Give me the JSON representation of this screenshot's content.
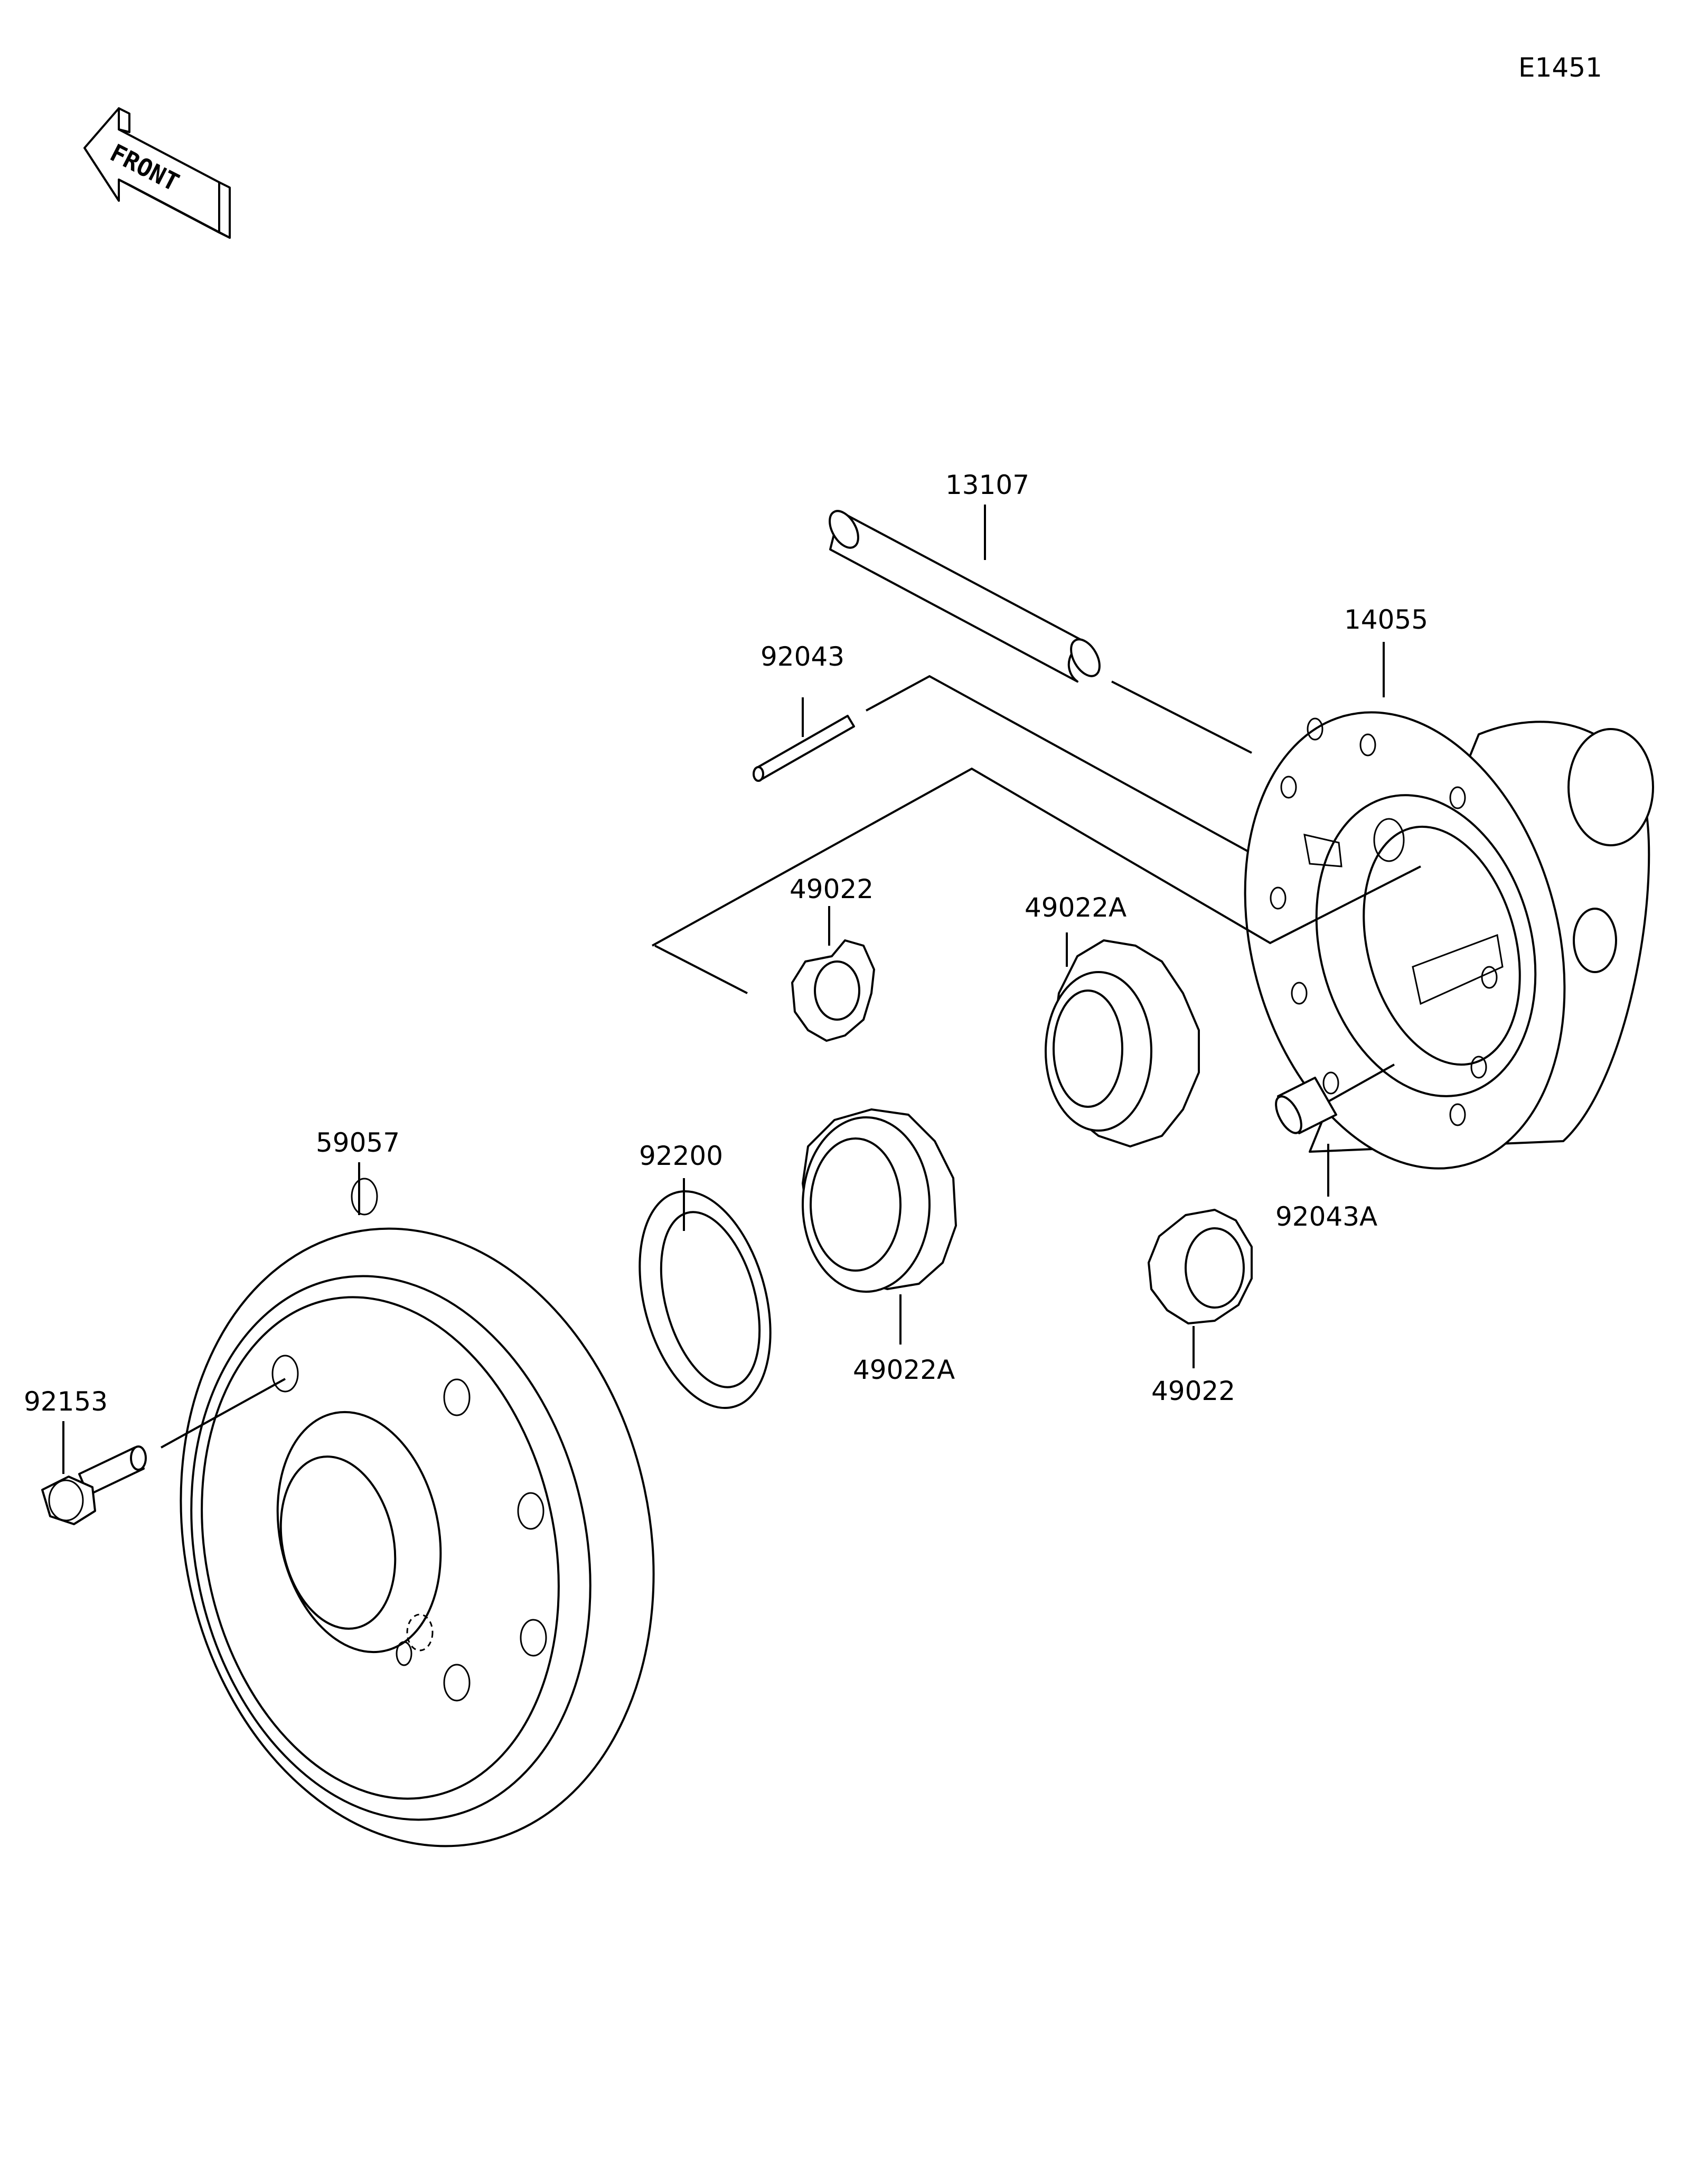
{
  "diagram_id": "E1451",
  "front_label": "FRONT",
  "parts": {
    "p13107": "13107",
    "p14055": "14055",
    "p92043": "92043",
    "p49022_upper": "49022",
    "p49022A_upper": "49022A",
    "p59057": "59057",
    "p92200": "92200",
    "p49022A_lower": "49022A",
    "p49022_lower": "49022",
    "p92043A": "92043A",
    "p92153": "92153"
  }
}
